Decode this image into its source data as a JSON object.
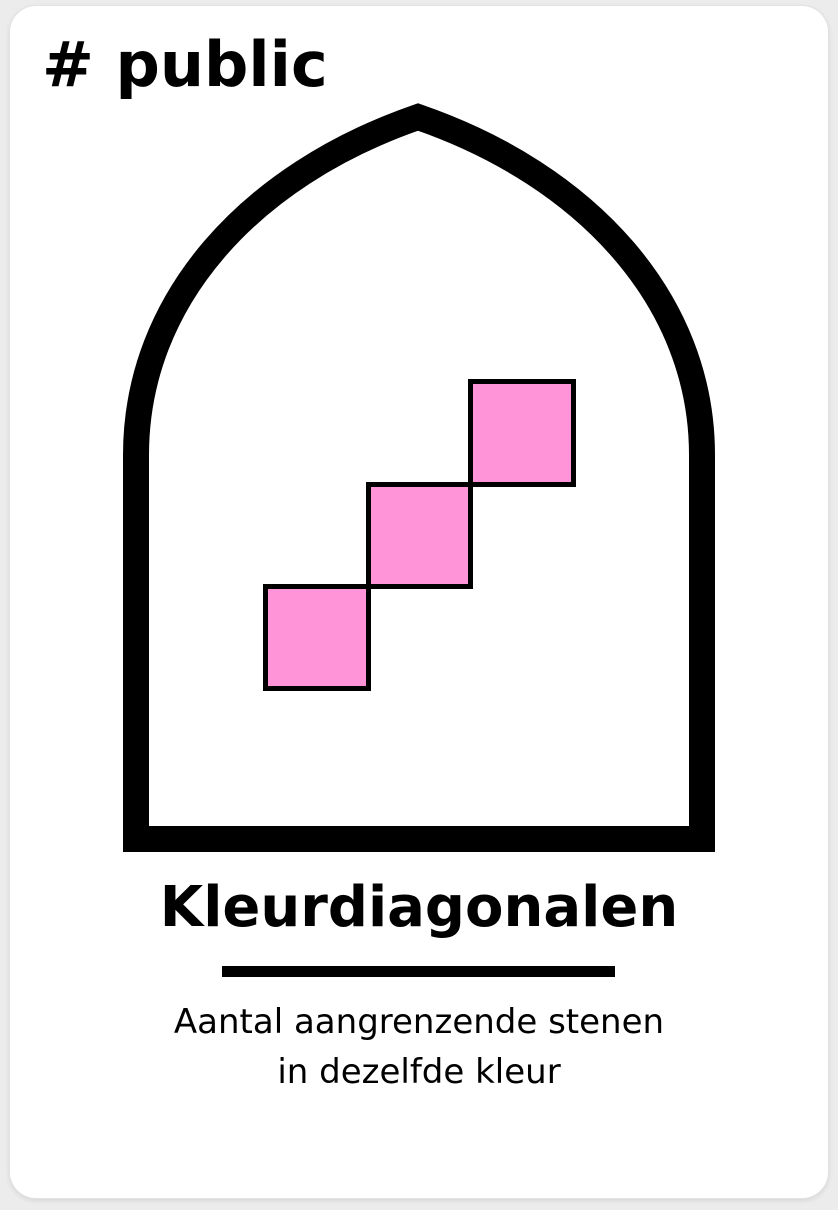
{
  "card": {
    "tag": "# public",
    "title": "Kleurdiagonalen",
    "description_line1": "Aantal aangrenzende stenen",
    "description_line2": "in dezelfde kleur"
  },
  "illustration": {
    "frame_shape": "gothic-arch-window",
    "tiles": {
      "count": 3,
      "arrangement": "diagonal-ascending",
      "color": "#ff94d8"
    }
  },
  "colors": {
    "ink": "#000000",
    "card_background": "#ffffff",
    "tile_fill": "#ff94d8"
  }
}
